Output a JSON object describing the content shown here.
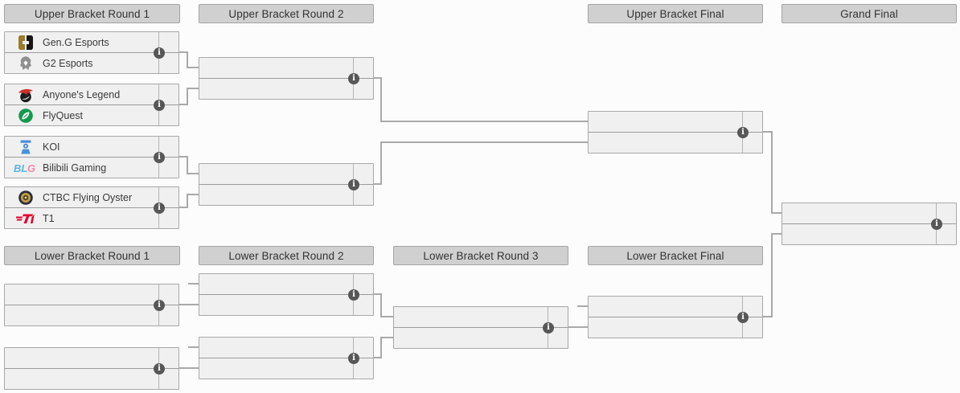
{
  "ui": {
    "info_glyph": "i",
    "colors": {
      "background": "#fcfcfc",
      "header_fill": "#d0d0d0",
      "header_border": "#a3a3a3",
      "box_fill": "#f0f0f0",
      "box_border": "#a8a8a8",
      "row_divider": "#9c9c9c",
      "connector": "#a9a9a9",
      "info_badge": "#575757",
      "text": "#3a3a3a"
    }
  },
  "headers": {
    "upper_round1": "Upper Bracket Round 1",
    "upper_round2": "Upper Bracket Round 2",
    "upper_final": "Upper Bracket Final",
    "grand_final": "Grand Final",
    "lower_round1": "Lower Bracket Round 1",
    "lower_round2": "Lower Bracket Round 2",
    "lower_round3": "Lower Bracket Round 3",
    "lower_final": "Lower Bracket Final"
  },
  "upper_round1_matches": [
    {
      "teams": [
        {
          "name": "Gen.G Esports",
          "logo": "gen-g-logo",
          "brand_colors": [
            "#9a7c2c",
            "#161616"
          ]
        },
        {
          "name": "G2 Esports",
          "logo": "g2-logo",
          "brand_colors": [
            "#909090"
          ]
        }
      ]
    },
    {
      "teams": [
        {
          "name": "Anyone's Legend",
          "logo": "anyones-legend-logo",
          "brand_colors": [
            "#c9332b",
            "#1d1d1d"
          ]
        },
        {
          "name": "FlyQuest",
          "logo": "flyquest-logo",
          "brand_colors": [
            "#13994d"
          ]
        }
      ]
    },
    {
      "teams": [
        {
          "name": "KOI",
          "logo": "koi-logo",
          "brand_colors": [
            "#4a90d9"
          ]
        },
        {
          "name": "Bilibili Gaming",
          "logo": "bilibili-gaming-logo",
          "brand_colors": [
            "#57b5e6",
            "#f08bac"
          ]
        }
      ]
    },
    {
      "teams": [
        {
          "name": "CTBC Flying Oyster",
          "logo": "ctbc-flying-oyster-logo",
          "brand_colors": [
            "#c6a14c",
            "#2e2e36"
          ]
        },
        {
          "name": "T1",
          "logo": "t1-logo",
          "brand_colors": [
            "#e4002b"
          ]
        }
      ]
    }
  ]
}
